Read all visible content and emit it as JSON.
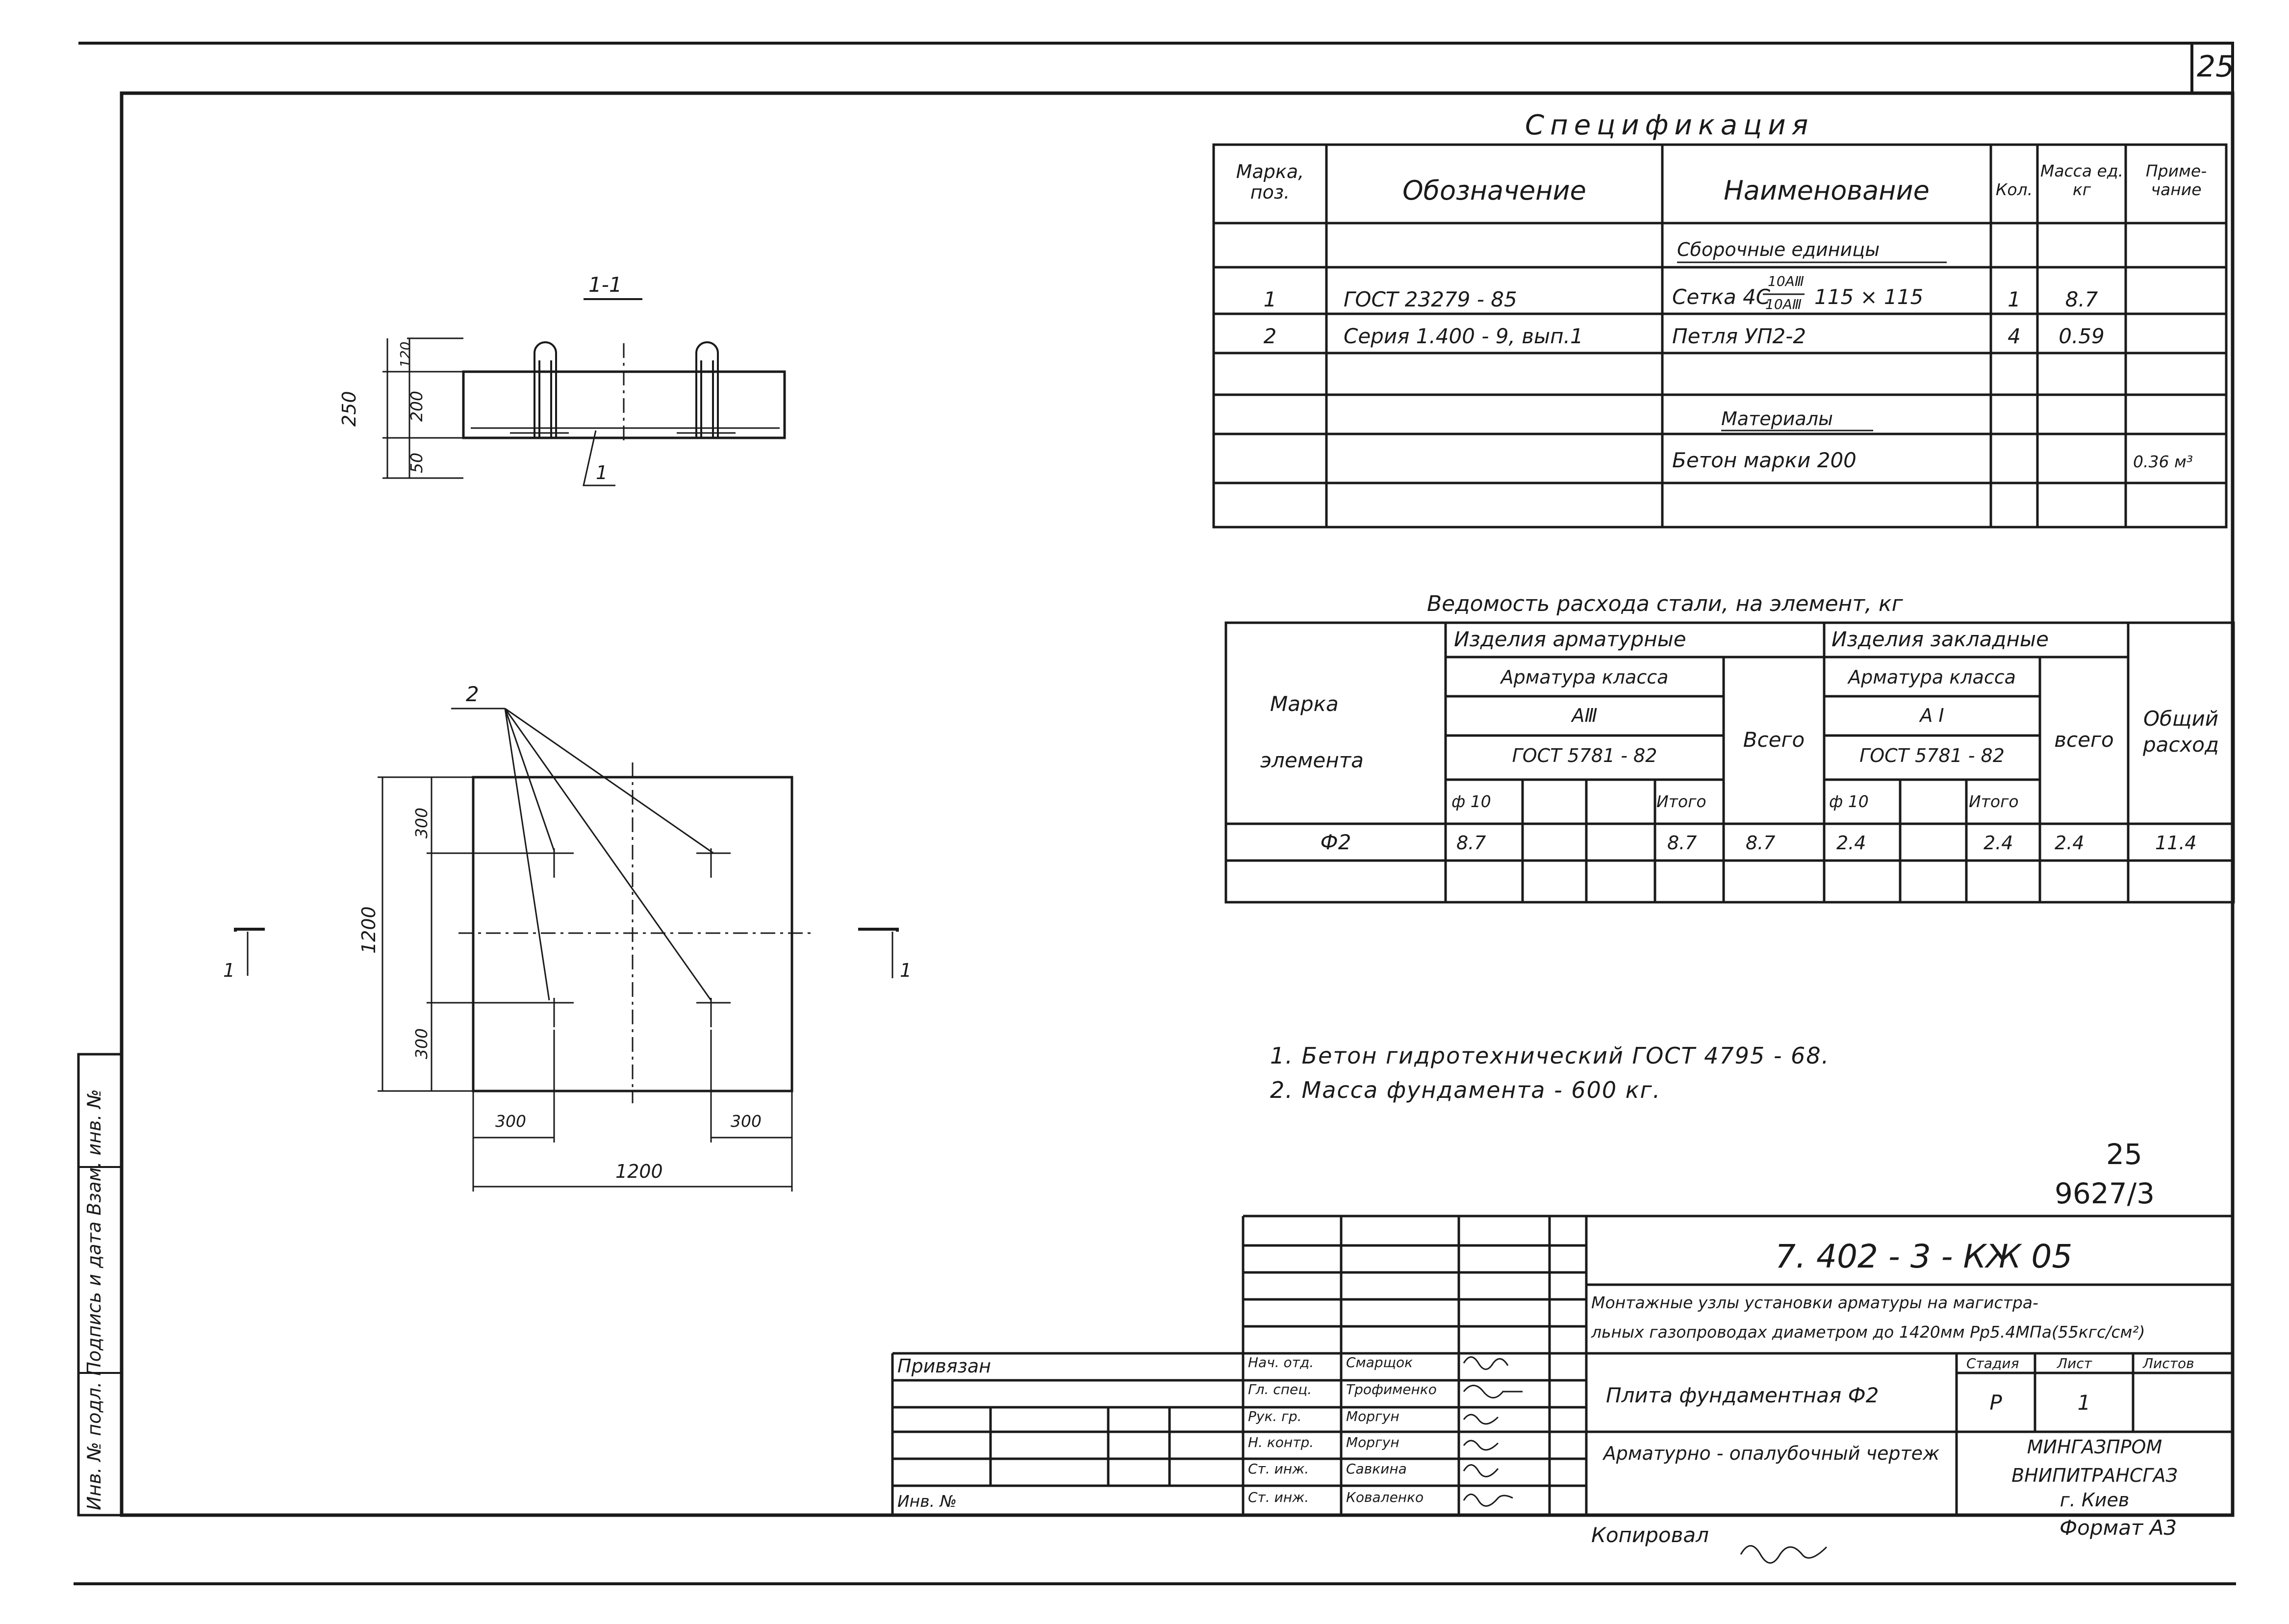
{
  "page_number": "25",
  "spec": {
    "title": "Спецификация",
    "headers": {
      "mark": "Марка, поз.",
      "designation": "Обозначение",
      "name": "Наименование",
      "qty": "Кол.",
      "mass": "Масса ед. кг",
      "note": "Приме- чание"
    },
    "section_assembly": "Сборочные единицы",
    "row1": {
      "mark": "1",
      "designation": "ГОСТ 23279 - 85",
      "name": "Сетка 4С",
      "frac_top": "10АⅢ",
      "frac_bottom": "10АⅢ",
      "size": "115 × 115",
      "qty": "1",
      "mass": "8.7"
    },
    "row2": {
      "mark": "2",
      "designation": "Серия 1.400 - 9, вып.1",
      "name": "Петля УП2-2",
      "qty": "4",
      "mass": "0.59"
    },
    "section_materials": "Материалы",
    "row3": {
      "name": "Бетон марки 200",
      "note": "0.36 м³"
    }
  },
  "steel": {
    "title": "Ведомость расхода стали, на элемент, кг",
    "mark_label_1": "Марка",
    "mark_label_2": "элемента",
    "group1": "Изделия арматурные",
    "group2": "Изделия закладные",
    "class_label_1": "Арматура класса",
    "class_1": "АⅢ",
    "gost_1": "ГОСТ 5781 - 82",
    "class_label_2": "Арматура класса",
    "class_2": "А I",
    "gost_2": "ГОСТ 5781 - 82",
    "total_label_1": "Всего",
    "total_label_2": "всего",
    "general": "Общий расход",
    "dia_1": "ф 10",
    "dia_2": "ф 10",
    "subtotal_1": "Итого",
    "subtotal_2": "Итого",
    "row": {
      "mark": "Ф2",
      "v1": "8.7",
      "v2": "8.7",
      "v3": "8.7",
      "v4": "2.4",
      "v5": "2.4",
      "v6": "2.4",
      "v7": "11.4"
    }
  },
  "notes": [
    "1.  Бетон  гидротехнический  ГОСТ 4795 - 68.",
    "2.  Масса   фундамента  - 600 кг."
  ],
  "section": {
    "label": "1-1",
    "dim_250": "250",
    "dim_120": "120",
    "dim_200": "200",
    "dim_50": "50",
    "callout": "1"
  },
  "plan": {
    "callout": "2",
    "dim_300_a": "300",
    "dim_1200_v": "1200",
    "dim_300_b": "300",
    "dim_300_c": "300",
    "dim_300_d": "300",
    "dim_1200_h": "1200",
    "cut_left": "1",
    "cut_right": "1"
  },
  "stamp": {
    "sheet_no": "25",
    "inv": "9627/3",
    "code": "7. 402 - 3 -  КЖ 05",
    "desc_1": "Монтажные узлы установки арматуры на магистра-",
    "desc_2": "льных газопроводах диаметром до 1420мм Рр5.4МПа(55кгс/см²)",
    "item": "Плита фундаментная Ф2",
    "stage_label": "Стадия",
    "sheet_label": "Лист",
    "sheets_label": "Листов",
    "stage": "Р",
    "sheet": "1",
    "doc_type": "Арматурно - опалубочный чертеж",
    "org_1": "МИНГАЗПРОМ",
    "org_2": "ВНИПИТРАНСГАЗ",
    "org_3": "г. Киев",
    "bound": "Привязан",
    "inv_no": "Инв. №",
    "copied": "Копировал",
    "format": "Формат А3",
    "people": [
      {
        "role": "Нач. отд.",
        "name": "Смарщок"
      },
      {
        "role": "Гл. спец.",
        "name": "Трофименко"
      },
      {
        "role": "Рук. гр.",
        "name": "Моргун"
      },
      {
        "role": "Н. контр.",
        "name": "Моргун"
      },
      {
        "role": "Ст. инж.",
        "name": "Савкина"
      },
      {
        "role": "Ст. инж.",
        "name": "Коваленко"
      }
    ]
  },
  "side_strip": "Инв. № подл.  Подпись и дата  Взам. инв. №"
}
